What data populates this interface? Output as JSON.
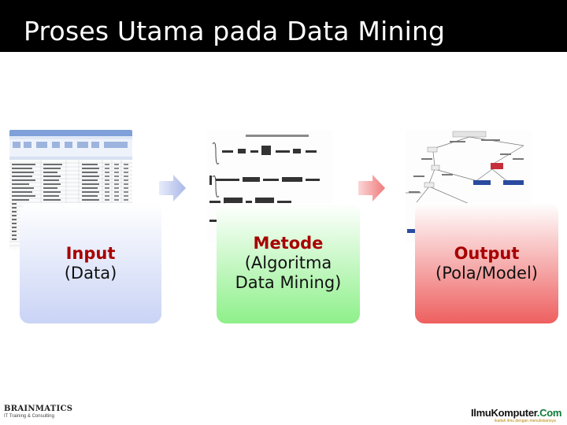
{
  "slide": {
    "title": "Proses Utama pada Data Mining"
  },
  "steps": [
    {
      "head": "Input",
      "body": "(Data)",
      "color": "#c9d3f5"
    },
    {
      "head": "Metode",
      "body": "(Algoritma Data Mining)",
      "color": "#8ef08a"
    },
    {
      "head": "Output",
      "body": "(Pola/Model)",
      "color": "#ee5f5f"
    }
  ],
  "logos": {
    "left_brand": "BRAINMATICS",
    "left_tagline": "IT Training & Consulting",
    "right_brand_part1": "IlmuKomputer",
    "right_brand_part2": ".Com",
    "right_tagline": "ikatlah ilmu dengan menuliskannya"
  },
  "icons": {
    "arrow": "right-arrow-icon",
    "spreadsheet": "spreadsheet-thumbnail",
    "formula": "formula-thumbnail",
    "tree": "decision-tree-thumbnail"
  }
}
